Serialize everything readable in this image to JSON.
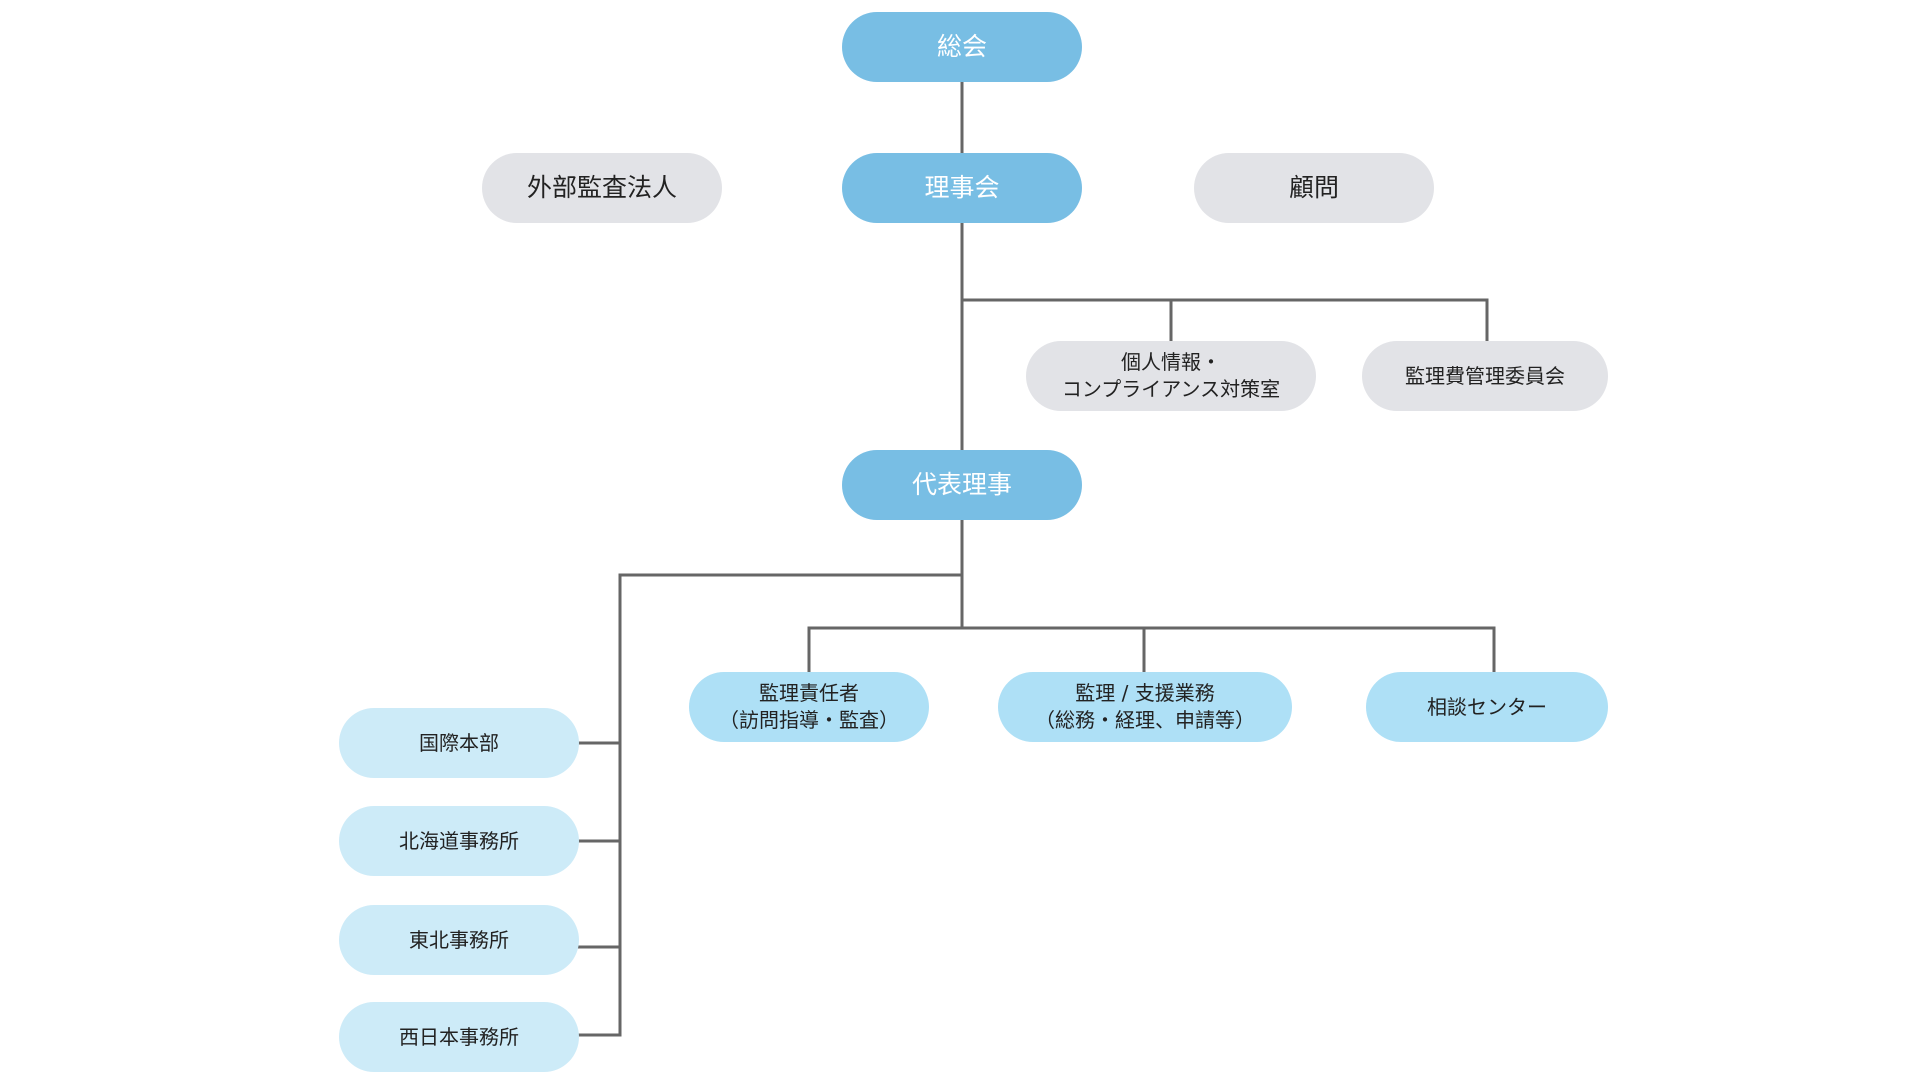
{
  "colors": {
    "primary": "#78bee4",
    "gray": "#e2e3e7",
    "light_blue": "#aee0f6",
    "pale_blue": "#cdebf8",
    "connector": "#666666"
  },
  "nodes": {
    "general_assembly": {
      "lines": [
        "総会"
      ]
    },
    "board": {
      "lines": [
        "理事会"
      ]
    },
    "external_auditor": {
      "lines": [
        "外部監査法人"
      ]
    },
    "advisor": {
      "lines": [
        "顧問"
      ]
    },
    "privacy_compliance": {
      "lines": [
        "個人情報・",
        "コンプライアンス対策室"
      ]
    },
    "fee_committee": {
      "lines": [
        "監理費管理委員会"
      ]
    },
    "representative_director": {
      "lines": [
        "代表理事"
      ]
    },
    "supervision_manager": {
      "lines": [
        "監理責任者",
        "（訪問指導・監査）"
      ]
    },
    "supervision_support": {
      "lines": [
        "監理 / 支援業務",
        "（総務・経理、申請等）"
      ]
    },
    "consultation_center": {
      "lines": [
        "相談センター"
      ]
    },
    "international_hq": {
      "lines": [
        "国際本部"
      ]
    },
    "hokkaido_office": {
      "lines": [
        "北海道事務所"
      ]
    },
    "tohoku_office": {
      "lines": [
        "東北事務所"
      ]
    },
    "nishinihon_office": {
      "lines": [
        "西日本事務所"
      ]
    }
  }
}
